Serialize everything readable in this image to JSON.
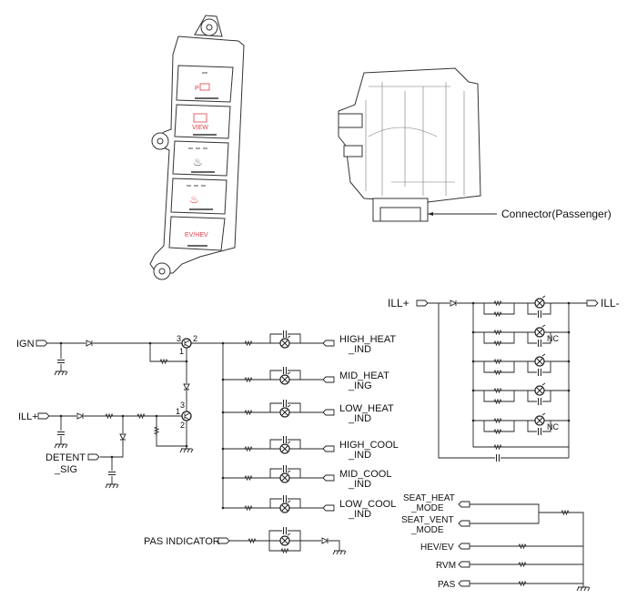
{
  "illustrations": {
    "switch_buttons": [
      {
        "icon": "parking-assist-icon",
        "label": "P"
      },
      {
        "icon": "camera-view-icon",
        "label": "VIEW"
      },
      {
        "icon": "seat-vent-icon",
        "label": ""
      },
      {
        "icon": "seat-heat-icon",
        "label": ""
      },
      {
        "icon": "ev-hev-icon",
        "label": "EV/HEV"
      }
    ],
    "connector_label": "Connector(Passenger)"
  },
  "left_schematic": {
    "inputs": {
      "ign": "IGN",
      "ill_plus": "ILL+",
      "detent_line1": "DETENT",
      "detent_line2": "_SIG",
      "pas_indicator": "PAS INDICATOR"
    },
    "pins": {
      "t1_3": "3",
      "t1_2": "2",
      "t1_1": "1",
      "t2_1": "1",
      "t2_3": "3",
      "t2_2": "2"
    },
    "outputs": [
      {
        "line1": "HIGH_HEAT",
        "line2": "_IND"
      },
      {
        "line1": "MID_HEAT",
        "line2": "_ING"
      },
      {
        "line1": "LOW_HEAT",
        "line2": "_IND"
      },
      {
        "line1": "HIGH_COOL",
        "line2": "_IND"
      },
      {
        "line1": "MID_COOL",
        "line2": "_IND"
      },
      {
        "line1": "LOW_COOL",
        "line2": "_IND"
      }
    ]
  },
  "right_schematic": {
    "ill_plus": "ILL+",
    "ill_minus": "ILL-",
    "nc_labels": [
      "NC",
      "NC"
    ]
  },
  "mode_inputs": {
    "seat_heat_line1": "SEAT_HEAT",
    "seat_heat_line2": "_MODE",
    "seat_vent_line1": "SEAT_VENT",
    "seat_vent_line2": "_MODE",
    "hev_ev": "HEV/EV",
    "rvm": "RVM",
    "pas": "PAS"
  }
}
